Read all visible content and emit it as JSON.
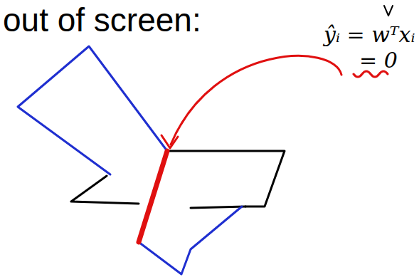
{
  "diagram": {
    "labels": [
      "out of screen:",
      "ŷᵢ = wᵀxᵢ",
      "= 0"
    ]
  }
}
